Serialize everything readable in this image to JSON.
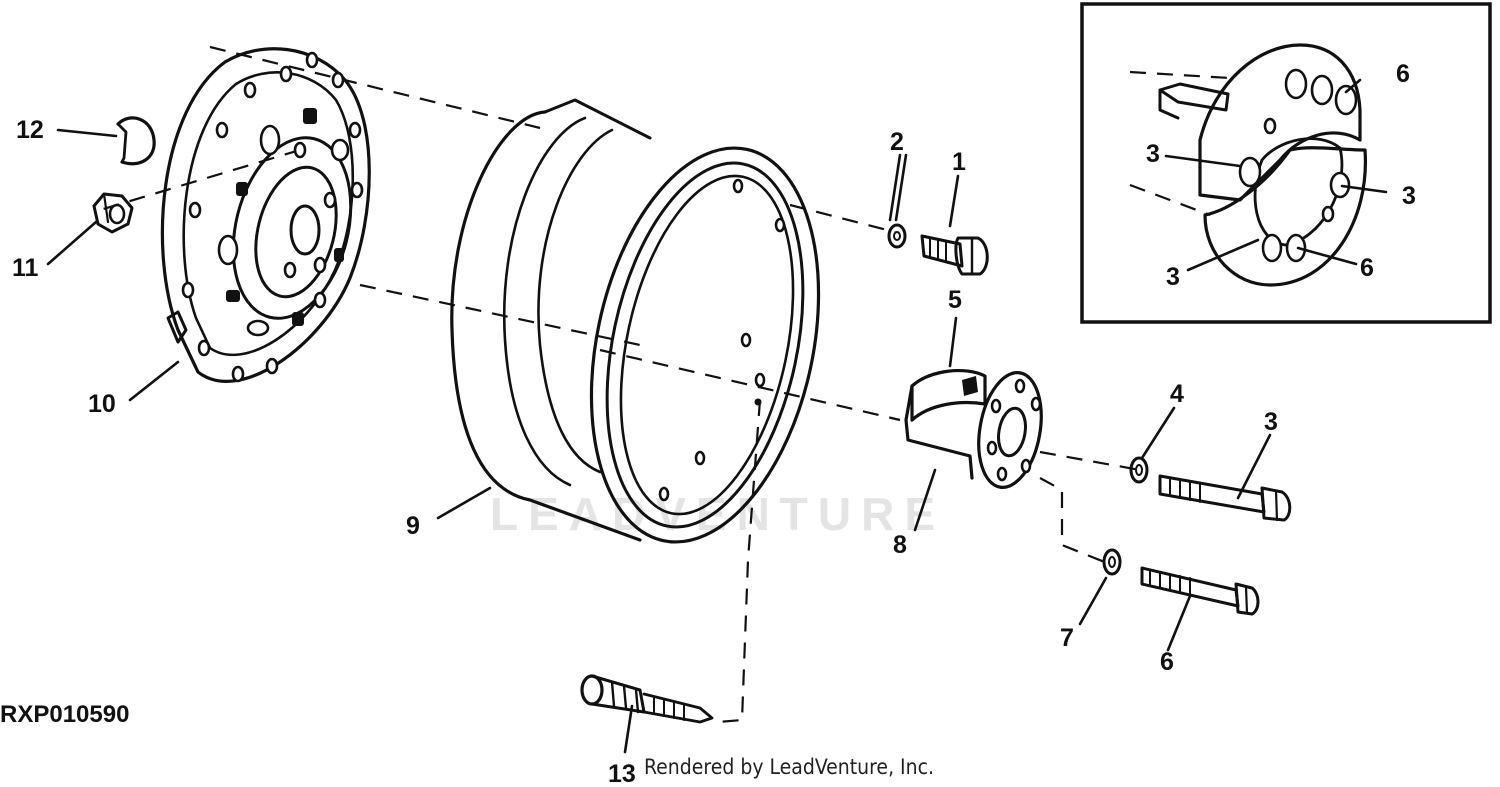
{
  "diagram": {
    "reference_id": "RXP010590",
    "credit": "Rendered by LeadVenture, Inc.",
    "watermark": "LEADVENTURE",
    "callouts": {
      "c1": "1",
      "c2": "2",
      "c3": "3",
      "c4": "4",
      "c5": "5",
      "c6": "6",
      "c7": "7",
      "c8": "8",
      "c9": "9",
      "c10": "10",
      "c11": "11",
      "c12": "12",
      "c13": "13"
    },
    "inset_callouts": {
      "top_right": "6",
      "upper_left": "3",
      "right": "3",
      "bottom_left": "3",
      "bottom_right": "6"
    }
  }
}
